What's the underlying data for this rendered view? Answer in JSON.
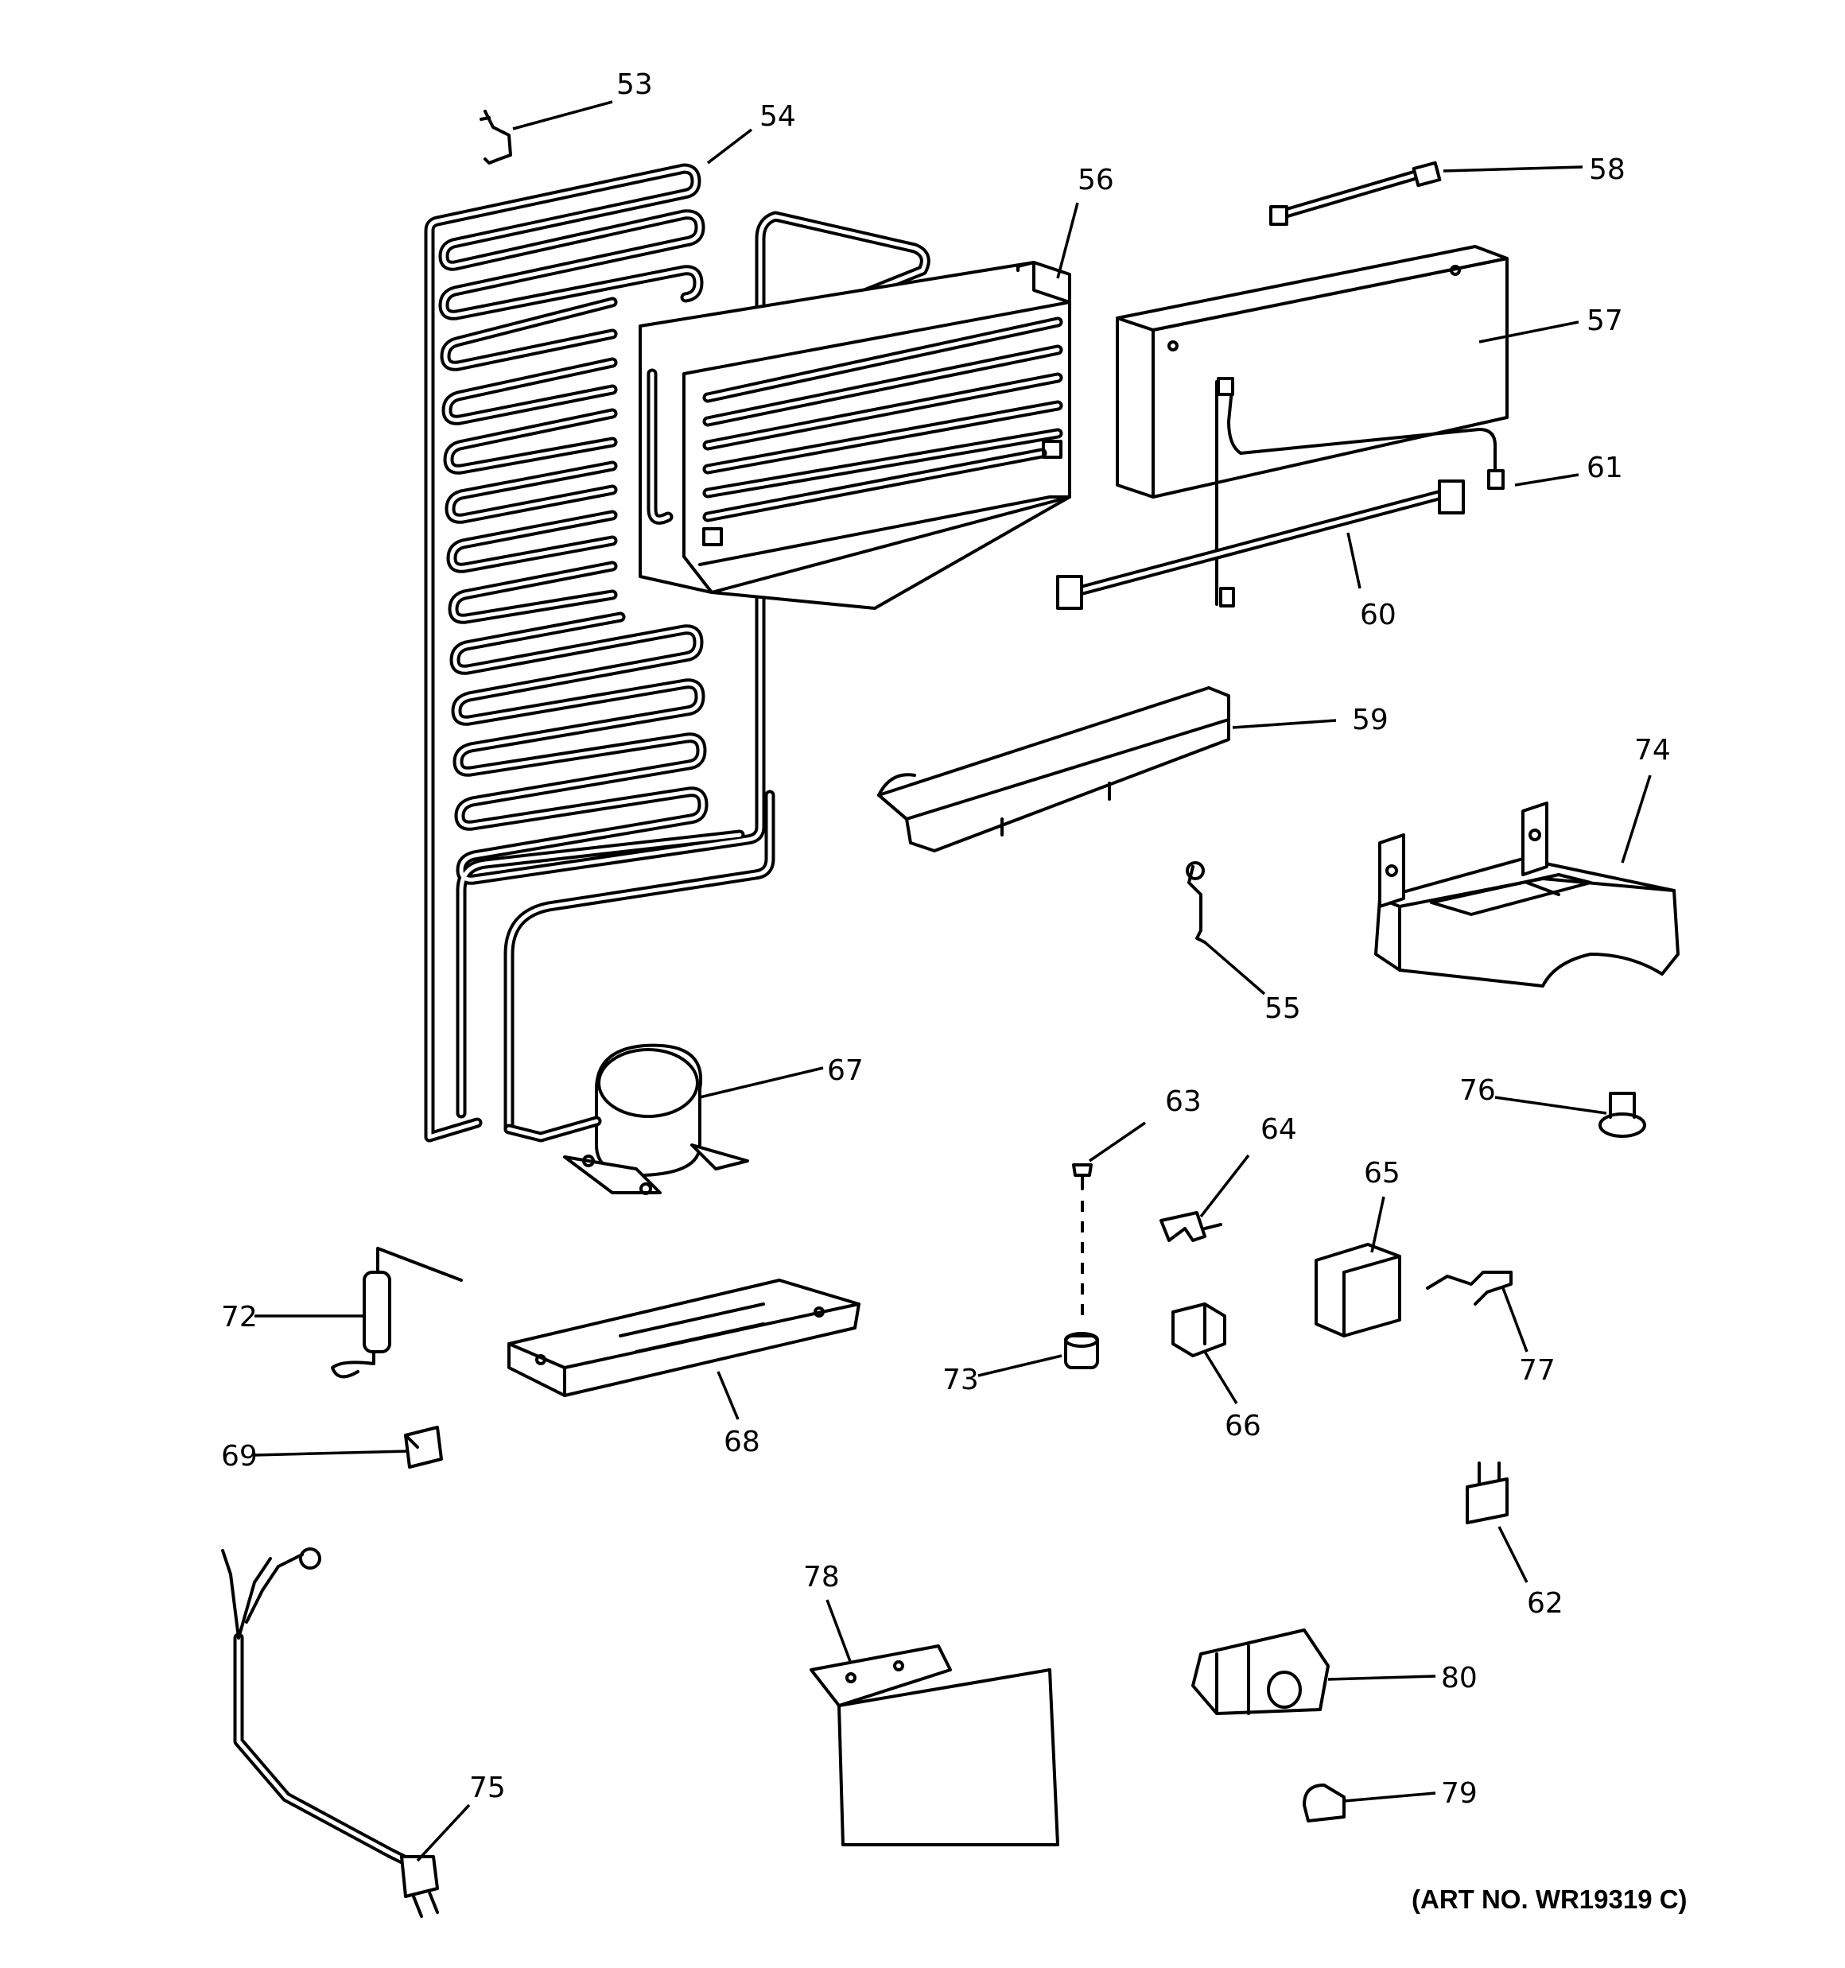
{
  "diagram": {
    "callouts": [
      "53",
      "54",
      "56",
      "58",
      "57",
      "61",
      "60",
      "59",
      "74",
      "55",
      "67",
      "63",
      "76",
      "64",
      "65",
      "72",
      "73",
      "66",
      "77",
      "68",
      "69",
      "62",
      "78",
      "80",
      "75",
      "79"
    ],
    "art_number": "(ART NO. WR19319 C)"
  }
}
